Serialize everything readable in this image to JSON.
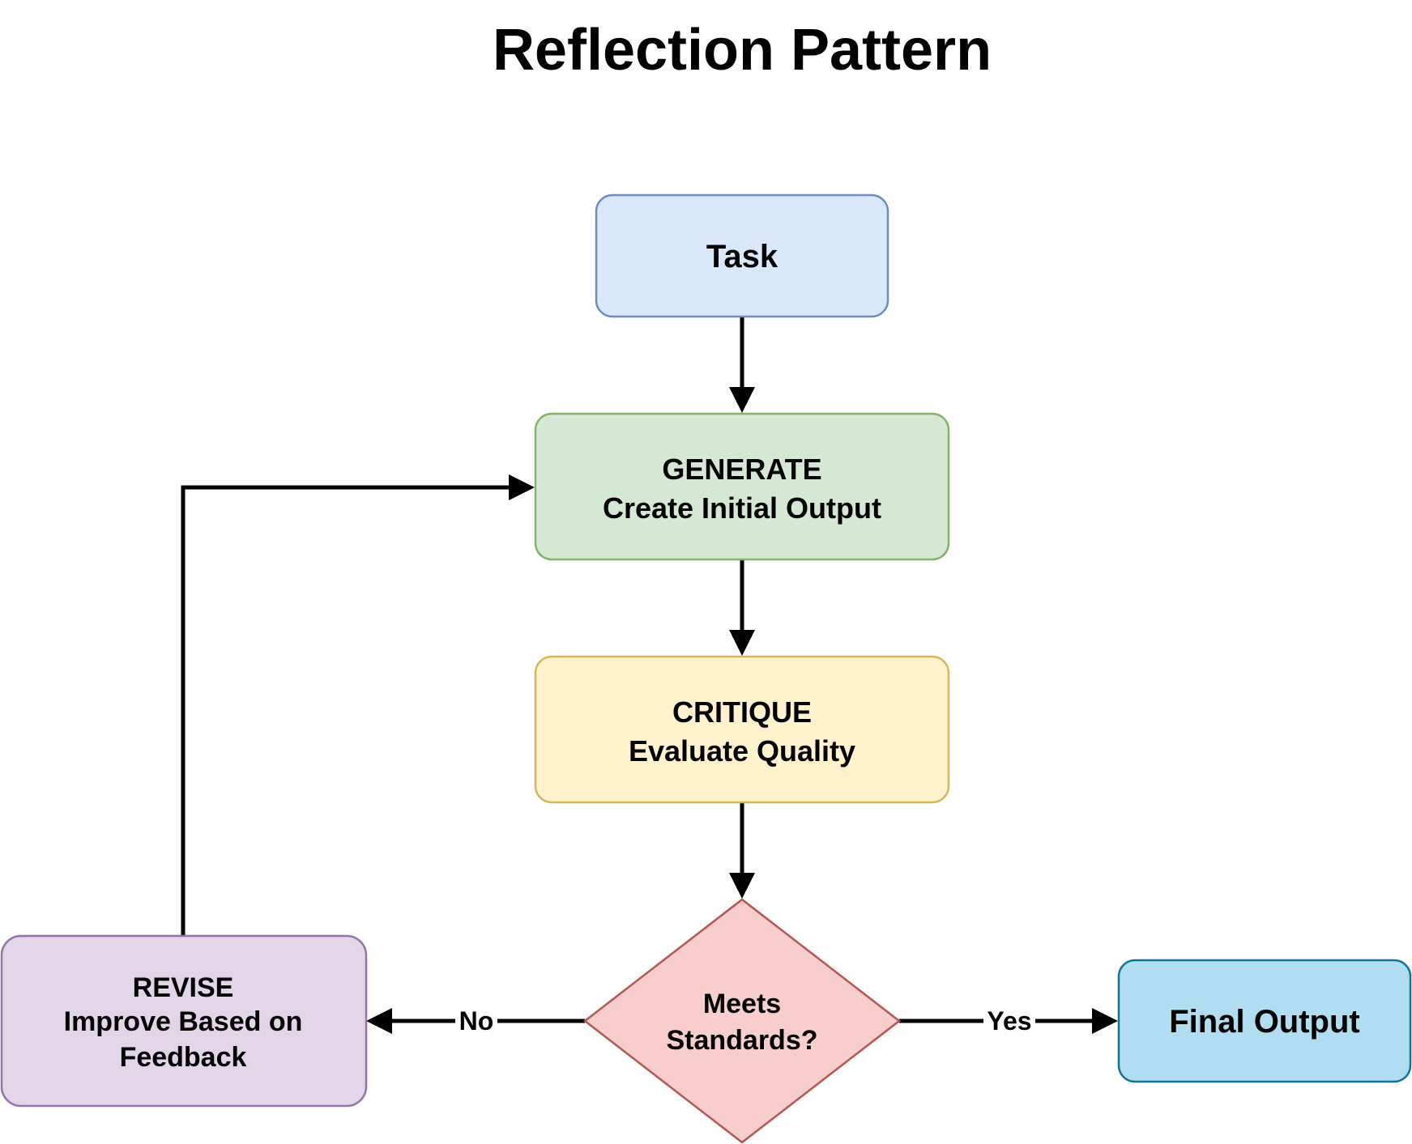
{
  "title": "Reflection Pattern",
  "nodes": {
    "task": {
      "line1": "Task",
      "fill": "#dae8fc",
      "stroke": "#6c8ebf"
    },
    "generate": {
      "line1": "GENERATE",
      "line2": "Create Initial Output",
      "fill": "#d5e8d4",
      "stroke": "#82b366"
    },
    "critique": {
      "line1": "CRITIQUE",
      "line2": "Evaluate Quality",
      "fill": "#fff2cc",
      "stroke": "#d6b656"
    },
    "decision": {
      "line1": "Meets",
      "line2": "Standards?",
      "fill": "#f8cecc",
      "stroke": "#b85450"
    },
    "revise": {
      "line1": "REVISE",
      "line2": "Improve Based on",
      "line3": "Feedback",
      "fill": "#e1d5e7",
      "stroke": "#9673a6"
    },
    "final": {
      "line1": "Final Output",
      "fill": "#b1ddf0",
      "stroke": "#10739e"
    }
  },
  "edges": {
    "no_label": "No",
    "yes_label": "Yes"
  }
}
